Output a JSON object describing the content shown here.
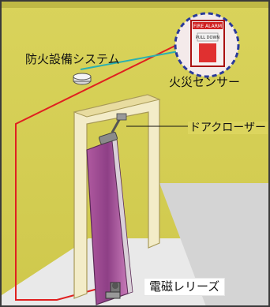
{
  "labels": {
    "fire_system": "防火設備システム",
    "fire_sensor": "火災センサー",
    "door_closer": "ドアクローザー",
    "magnet_release": "電磁レリーズ"
  },
  "panel_text": {
    "header": "FIRE ALARM",
    "button": "PULL DOWN"
  },
  "colors": {
    "wall": "#d6cf55",
    "floor": "#ececec",
    "door": "#9b4d8f",
    "frame": "#f3ecc8",
    "wire_red": "#e02020",
    "wire_teal": "#2bb0b0",
    "alarm_ring": "#2a3a9a"
  }
}
